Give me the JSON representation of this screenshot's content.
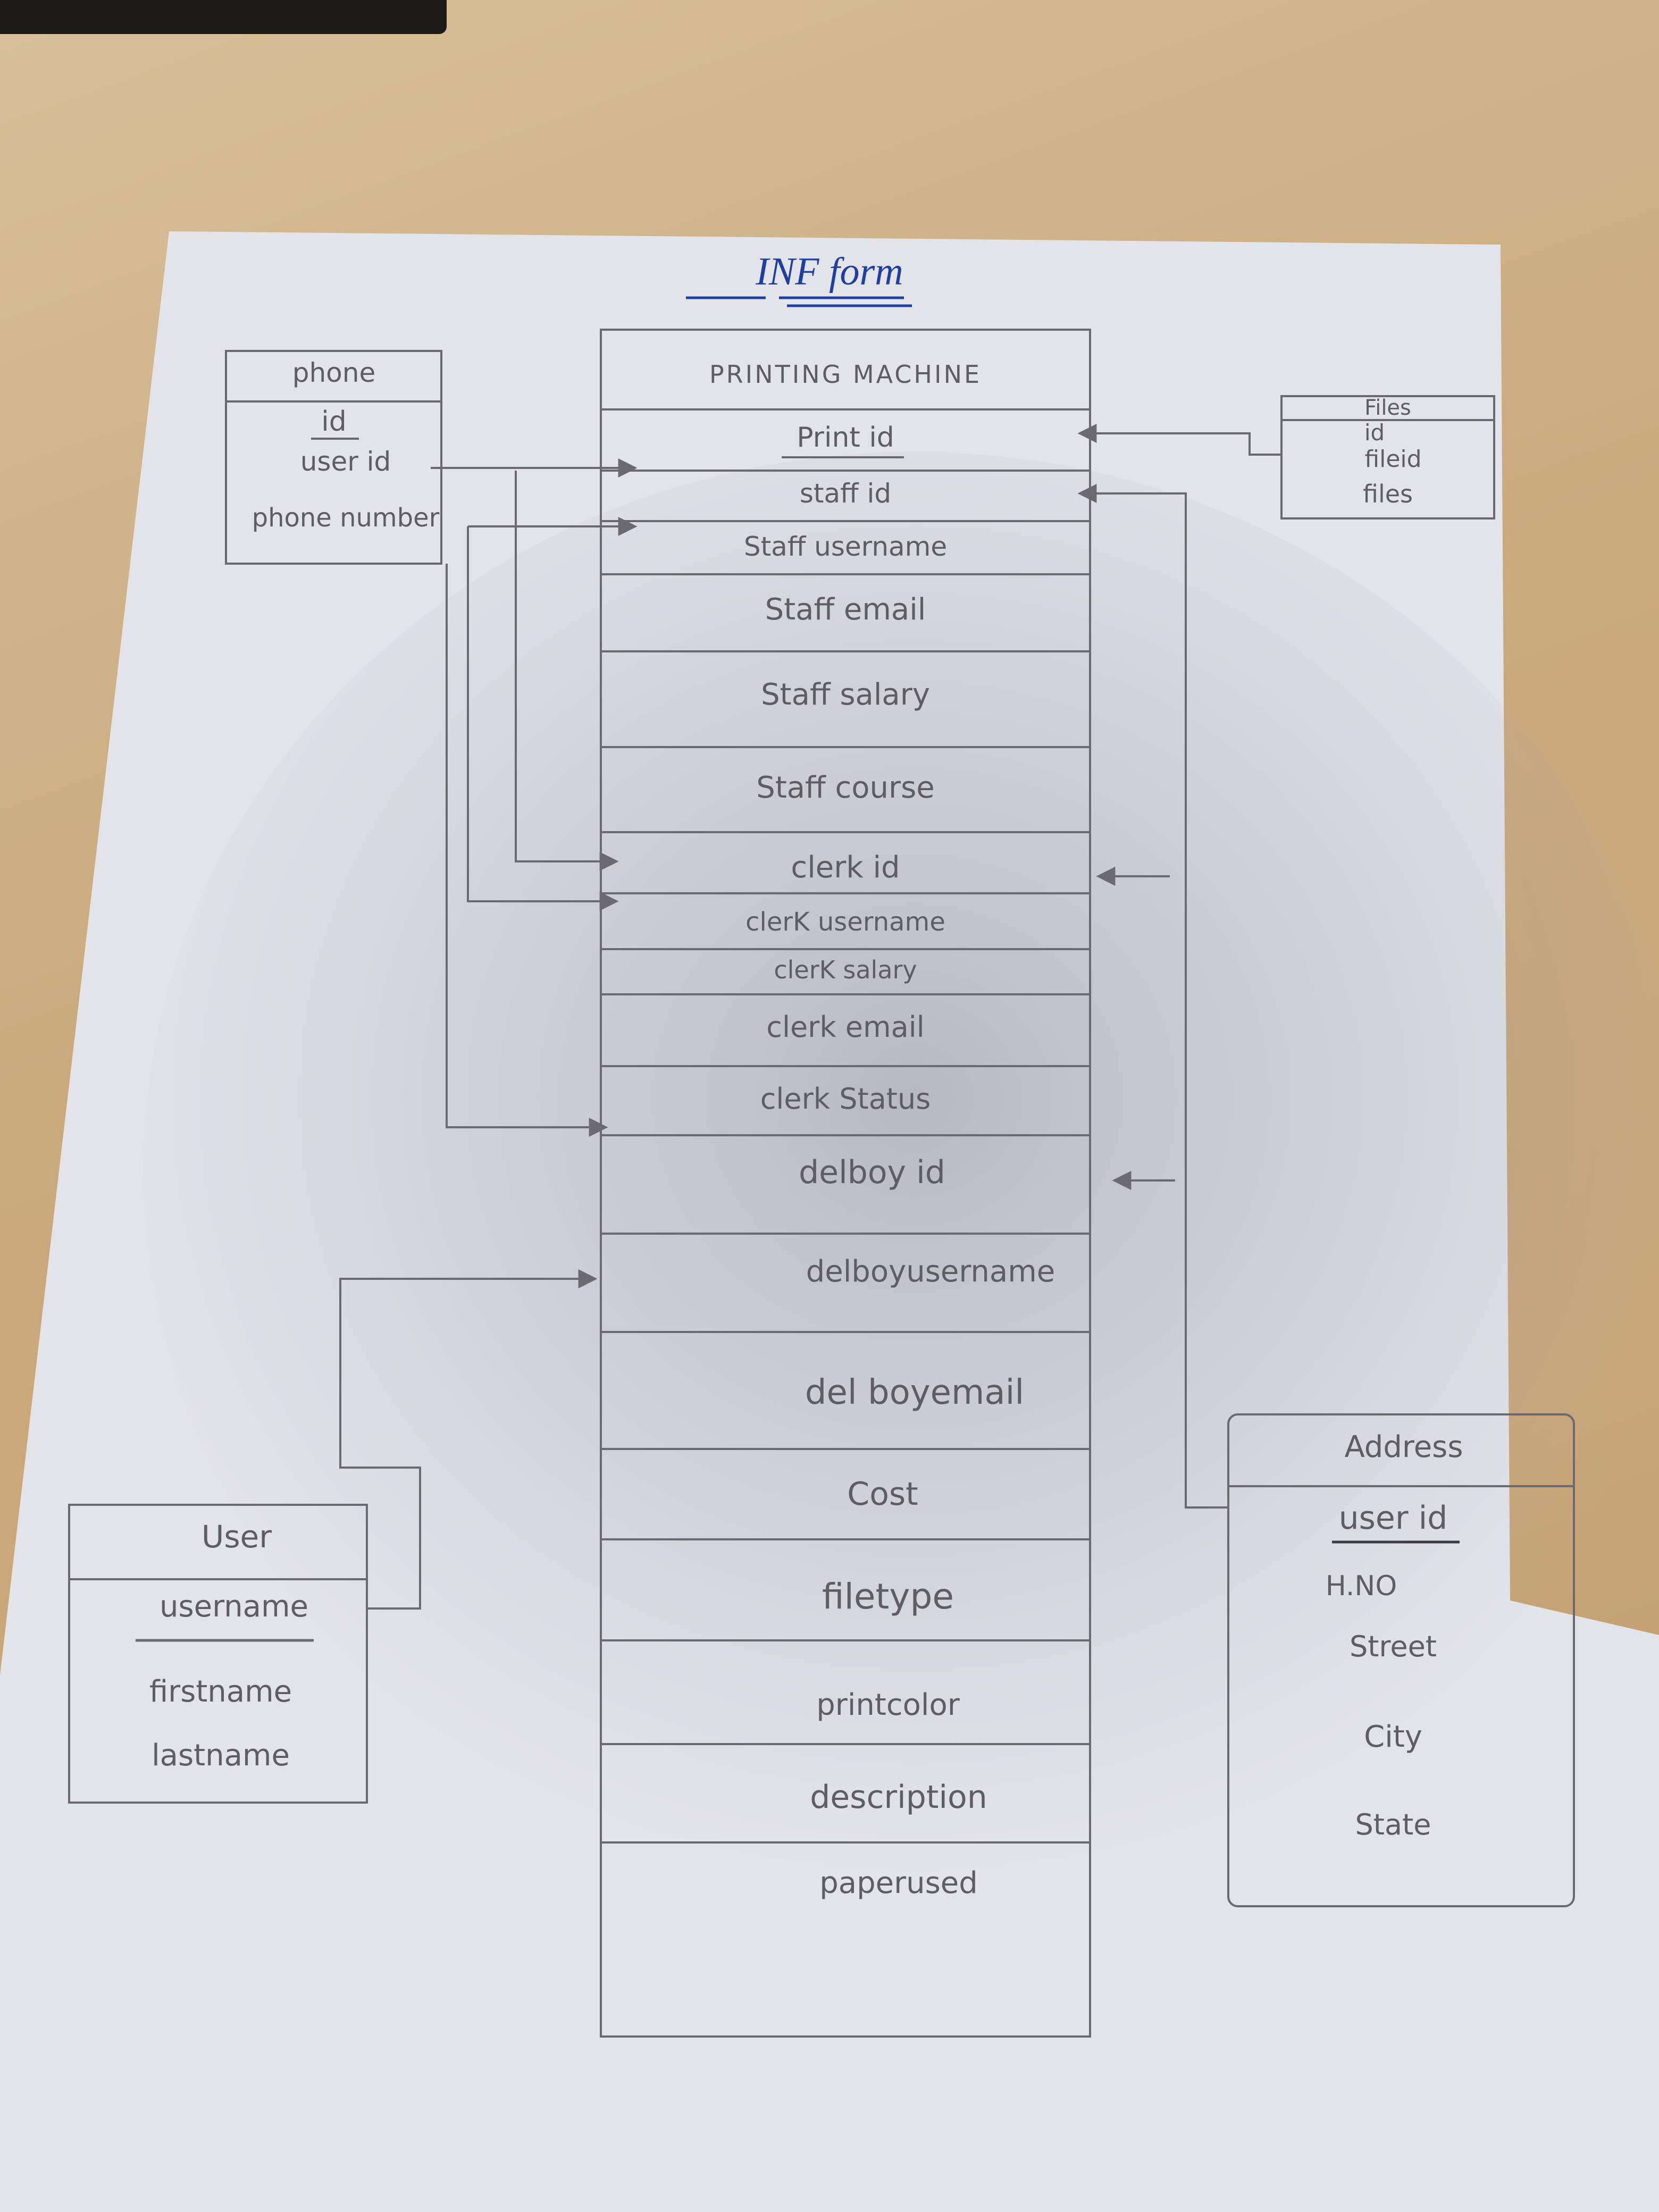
{
  "title": "INF form",
  "printing_machine": {
    "name": "PRINTING MACHINE",
    "fields": [
      "Print id",
      "staff id",
      "Staff username",
      "Staff email",
      "Staff salary",
      "Staff course",
      "clerk id",
      "clerK username",
      "clerK salary",
      "clerk email",
      "clerk Status",
      "delboy id",
      "delboyusername",
      "del boyemail",
      "Cost",
      "filetype",
      "printcolor",
      "description",
      "paperused"
    ]
  },
  "phone": {
    "name": "phone",
    "fields": [
      "id",
      "user id",
      "phone number"
    ]
  },
  "files": {
    "name": "Files",
    "fields": [
      "id",
      "fileid",
      "files"
    ]
  },
  "user": {
    "name": "User",
    "fields": [
      "username",
      "firstname",
      "lastname"
    ]
  },
  "address": {
    "name": "Address",
    "fields": [
      "user id",
      "H.NO",
      "Street",
      "City",
      "State"
    ]
  },
  "colors": {
    "paper": "#e6e7ec",
    "pencil": "#6a6a70",
    "ink": "#1f3fa0",
    "desk": "#c9a677"
  }
}
